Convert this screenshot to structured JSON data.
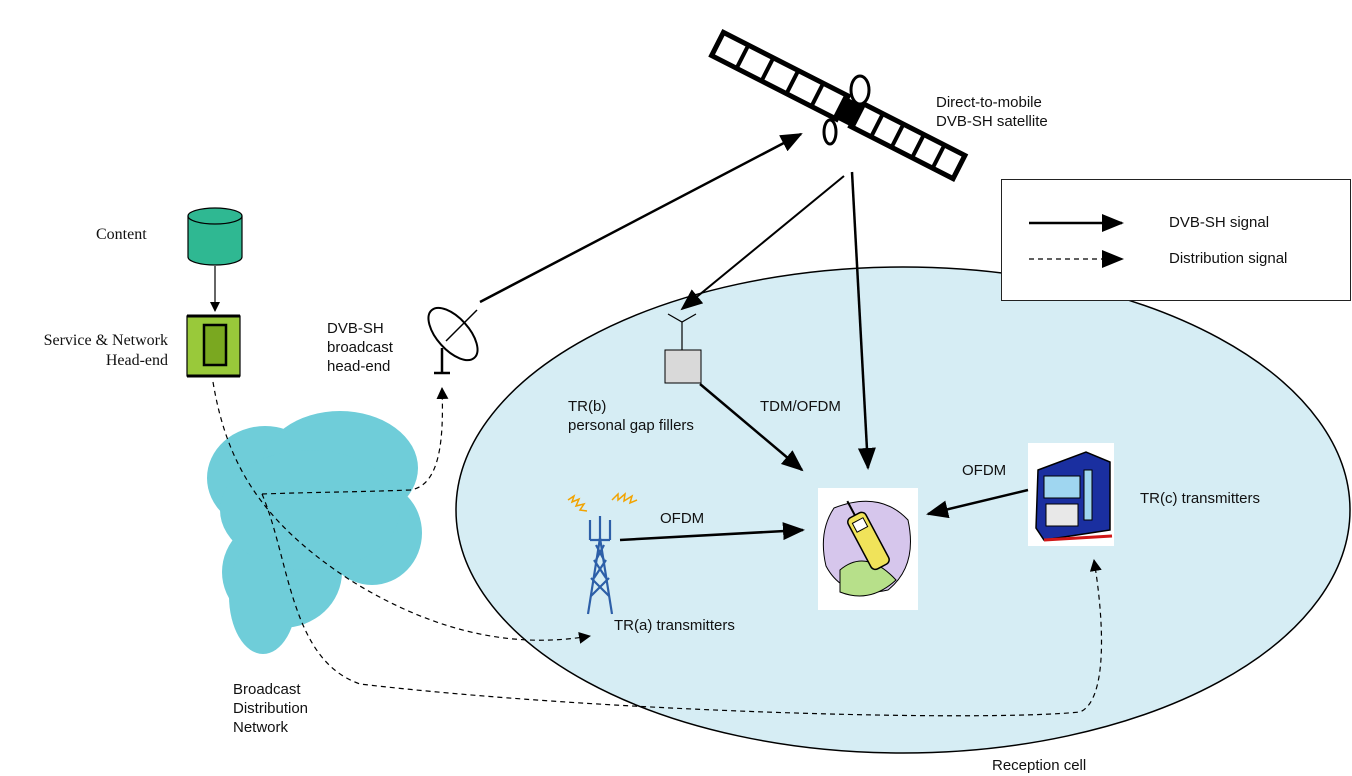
{
  "labels": {
    "satellite": [
      "Direct-to-mobile",
      "DVB-SH satellite"
    ],
    "content": "Content",
    "head_end": [
      "Service & Network",
      "Head-end"
    ],
    "broadcast_head_end": [
      "DVB-SH",
      "broadcast",
      "head-end"
    ],
    "gap_fillers": [
      "TR(b)",
      "personal gap fillers"
    ],
    "tdm_ofdm": "TDM/OFDM",
    "ofdm_tower": "OFDM",
    "ofdm_vehicle": "OFDM",
    "tr_a": "TR(a) transmitters",
    "tr_c": "TR(c) transmitters",
    "distribution_network": [
      "Broadcast",
      "Distribution",
      "Network"
    ],
    "reception_cell": "Reception cell"
  },
  "legend": {
    "solid": "DVB-SH signal",
    "dashed": "Distribution signal"
  },
  "colors": {
    "cell_fill": "#d6edf4",
    "cloud_fill": "#6fcdd9",
    "content_fill": "#2fb892",
    "head_end_fill": "#99c93a",
    "gap_filler_fill": "#d9d9d9",
    "tower_color": "#2d5fa8",
    "bus_color": "#1a2fa0"
  }
}
